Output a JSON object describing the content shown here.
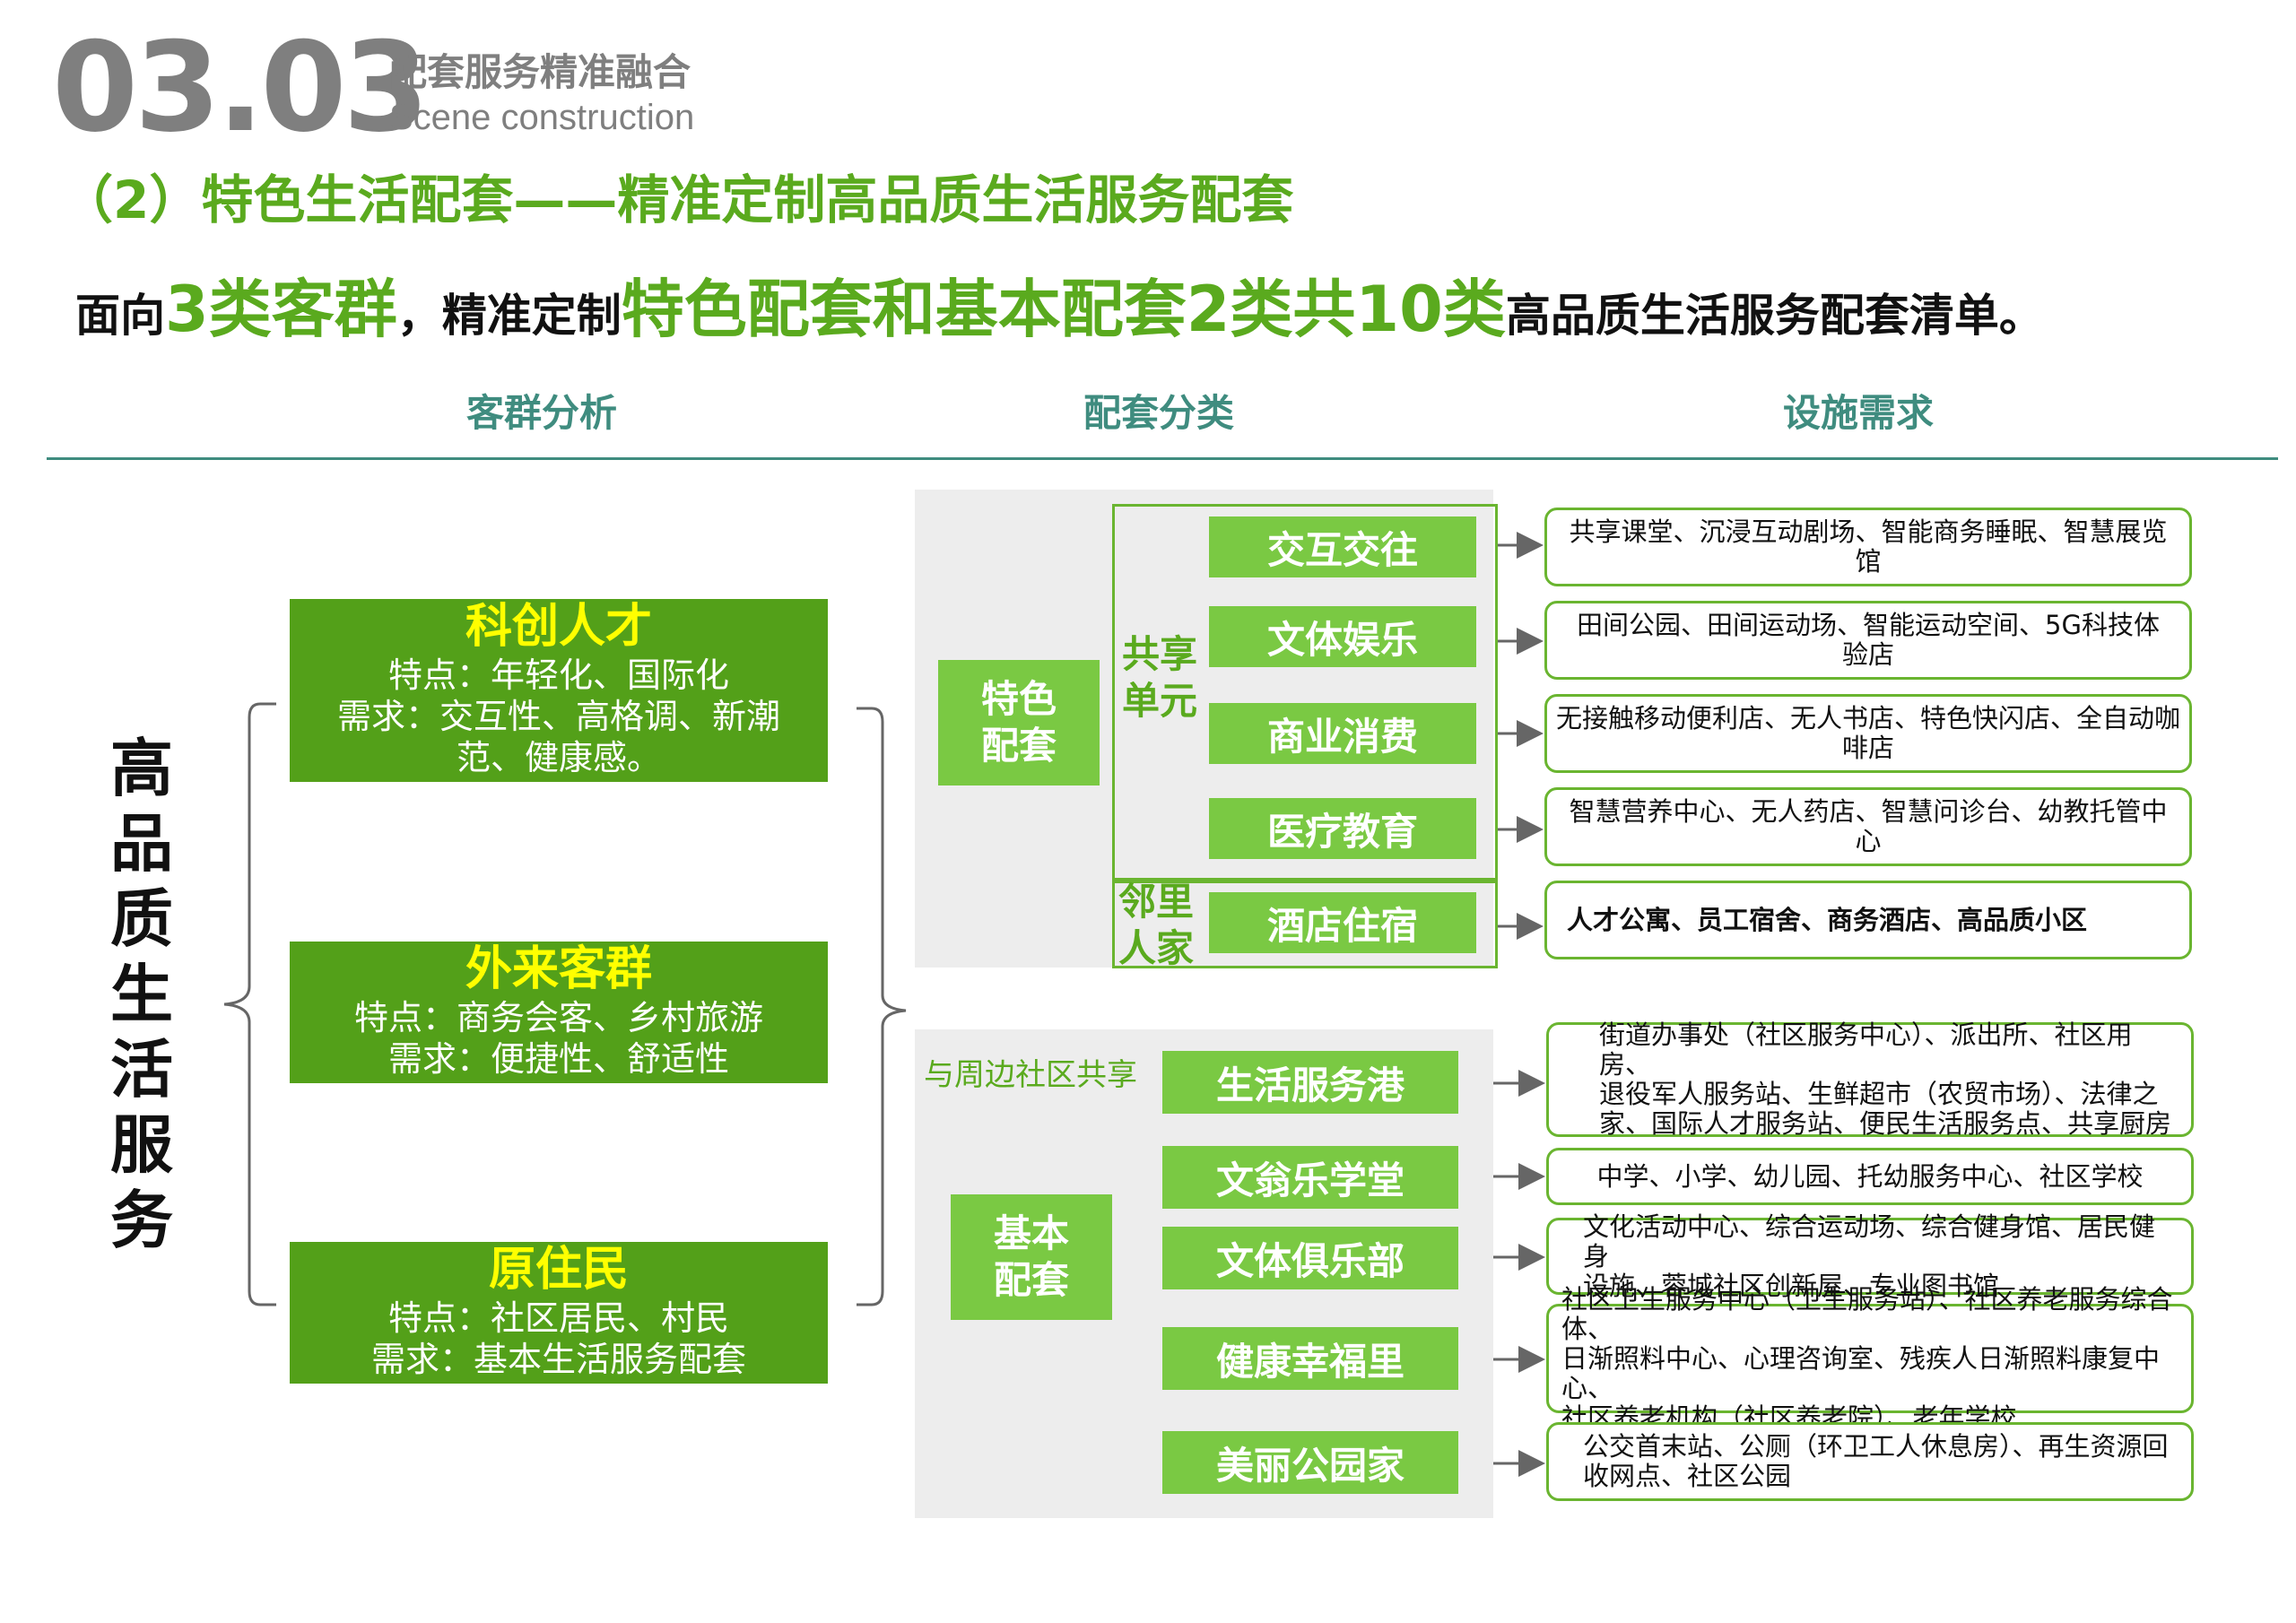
{
  "header": {
    "section_number": "03.03",
    "section_title_cn": "配套服务精准融合",
    "section_title_en": "Scene construction",
    "subtitle": "（2）特色生活配套——精准定制高品质生活服务配套"
  },
  "headline": {
    "p1": "面向",
    "p2": "3类客群",
    "p3": "，精准定制",
    "p4": "特色配套和基本配套2类共10类",
    "p5": "高品质生活服务配套清单。"
  },
  "columns": [
    "客群分析",
    "配套分类",
    "设施需求"
  ],
  "left_title": [
    "高",
    "品",
    "质",
    "生",
    "活",
    "服",
    "务"
  ],
  "groups": [
    {
      "name": "科创人才",
      "lines": [
        "特点：年轻化、国际化",
        "需求：交互性、高格调、新潮",
        "范、健康感。"
      ]
    },
    {
      "name": "外来客群",
      "lines": [
        "特点：商务会客、乡村旅游",
        "需求：便捷性、舒适性"
      ]
    },
    {
      "name": "原住民",
      "lines": [
        "特点：社区居民、村民",
        "需求：基本生活服务配套"
      ]
    }
  ],
  "special": {
    "label": [
      "特色",
      "配套"
    ],
    "sub1": [
      "共享",
      "单元"
    ],
    "sub2": [
      "邻里",
      "人家"
    ],
    "items": [
      "交互交往",
      "文体娱乐",
      "商业消费",
      "医疗教育",
      "酒店住宿"
    ]
  },
  "basic": {
    "label": [
      "基本",
      "配套"
    ],
    "shared_note": "与周边社区共享",
    "items": [
      "生活服务港",
      "文翁乐学堂",
      "文体俱乐部",
      "健康幸福里",
      "美丽公园家"
    ]
  },
  "facilities": [
    [
      "共享课堂、沉浸互动剧场、智能商务睡眠、智慧展览馆"
    ],
    [
      "田间公园、田间运动场、智能运动空间、5G科技体验店"
    ],
    [
      "无接触移动便利店、无人书店、特色快闪店、全自动咖啡店"
    ],
    [
      "智慧营养中心、无人药店、智慧问诊台、幼教托管中心"
    ],
    [
      "人才公寓、员工宿舍、商务酒店、高品质小区"
    ],
    [
      "街道办事处（社区服务中心）、派出所、社区用房、",
      "退役军人服务站、生鲜超市（农贸市场）、法律之",
      "家、国际人才服务站、便民生活服务点、共享厨房"
    ],
    [
      "中学、小学、幼儿园、托幼服务中心、社区学校"
    ],
    [
      "文化活动中心、综合运动场、综合健身馆、居民健身",
      "设施、蓉城社区创新屋、专业图书馆"
    ],
    [
      "社区卫生服务中心（卫生服务站）、社区养老服务综合体、",
      "日渐照料中心、心理咨询室、残疾人日渐照料康复中心、",
      "社区养老机构（社区养老院）、老年学校"
    ],
    [
      "公交首末站、公厕（环卫工人休息房）、再生资源回",
      "收网点、社区公园"
    ]
  ],
  "colors": {
    "green_dark": "#53a019",
    "green_light": "#7ac943",
    "accent_text": "#5aaa1e",
    "teal": "#3f8c7f",
    "title_yellow": "#ffff00",
    "grey": "#7f7f7f"
  }
}
